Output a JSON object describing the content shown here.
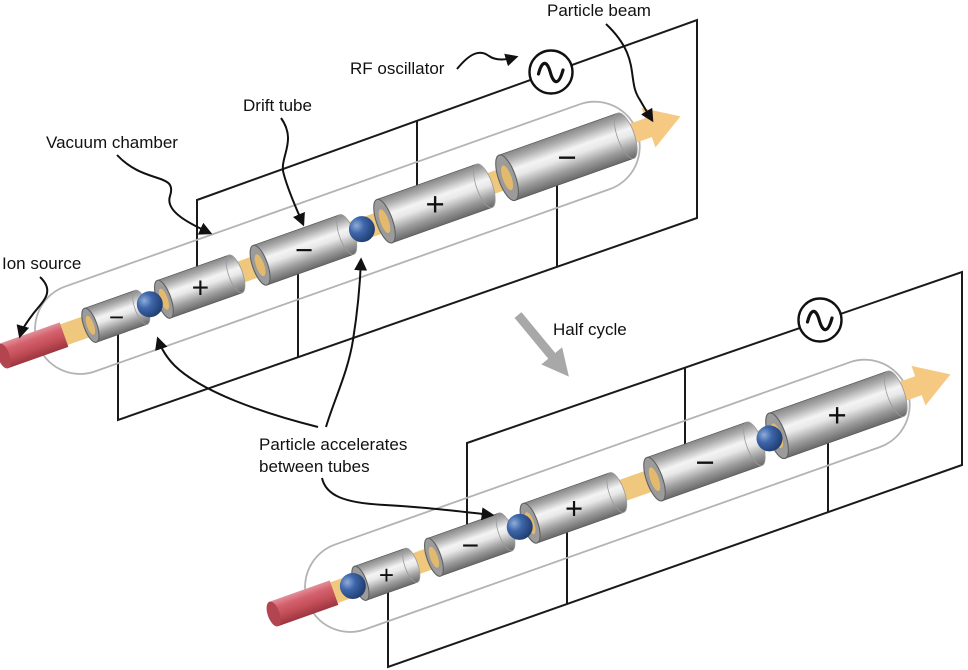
{
  "labels": {
    "particle_beam": "Particle beam",
    "rf_oscillator": "RF oscillator",
    "drift_tube": "Drift tube",
    "vacuum_chamber": "Vacuum chamber",
    "ion_source": "Ion source",
    "half_cycle": "Half cycle",
    "particle_accelerates_line1": "Particle accelerates",
    "particle_accelerates_line2": "between tubes"
  },
  "top_accelerator": {
    "tubes": [
      {
        "sign": "−"
      },
      {
        "sign": "+"
      },
      {
        "sign": "−"
      },
      {
        "sign": "+"
      },
      {
        "sign": "−"
      }
    ],
    "particle_count": 2
  },
  "bottom_accelerator": {
    "tubes": [
      {
        "sign": "+"
      },
      {
        "sign": "−"
      },
      {
        "sign": "+"
      },
      {
        "sign": "−"
      },
      {
        "sign": "+"
      }
    ],
    "particle_count": 3
  },
  "icons": {
    "rf_source_symbol": "sine-wave"
  },
  "colors": {
    "beam": "#efc87e",
    "beam_arrow": "#f6c983",
    "ion_source": "#c8525b",
    "particle": "#2c4f8e",
    "tube_highlight": "#f4f4f4",
    "tube_shadow": "#686868",
    "wire": "#1a1a1a",
    "chamber_outline": "#b3b3b3",
    "half_cycle_arrow": "#a8a8a8",
    "background": "#ffffff"
  }
}
